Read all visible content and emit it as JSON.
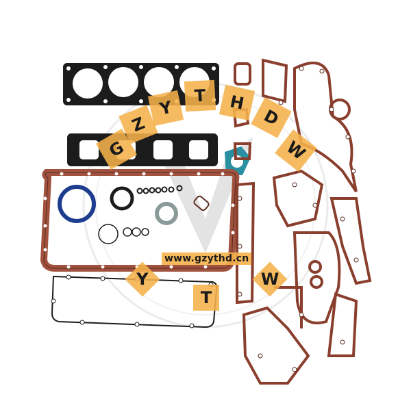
{
  "image": {
    "subject": "Engine full gasket kit product photo",
    "background": "#ffffff"
  },
  "colors": {
    "gasket_fiber": "#a0523f",
    "gasket_outline": "#5a2a1e",
    "head_gasket": "#1c1c1c",
    "oring_blue": "#1f3d8f",
    "seal_teal": "#2a8fa0",
    "watermark_orange": "#f5b24a",
    "watermark_text": "#1a1a1a"
  },
  "watermark": {
    "arc_letters": [
      "G",
      "Z",
      "Y",
      "T",
      "H",
      "D",
      "W"
    ],
    "bottom_letters": [
      "Y",
      "T",
      "W"
    ],
    "url": "www.gzythd.cn"
  }
}
